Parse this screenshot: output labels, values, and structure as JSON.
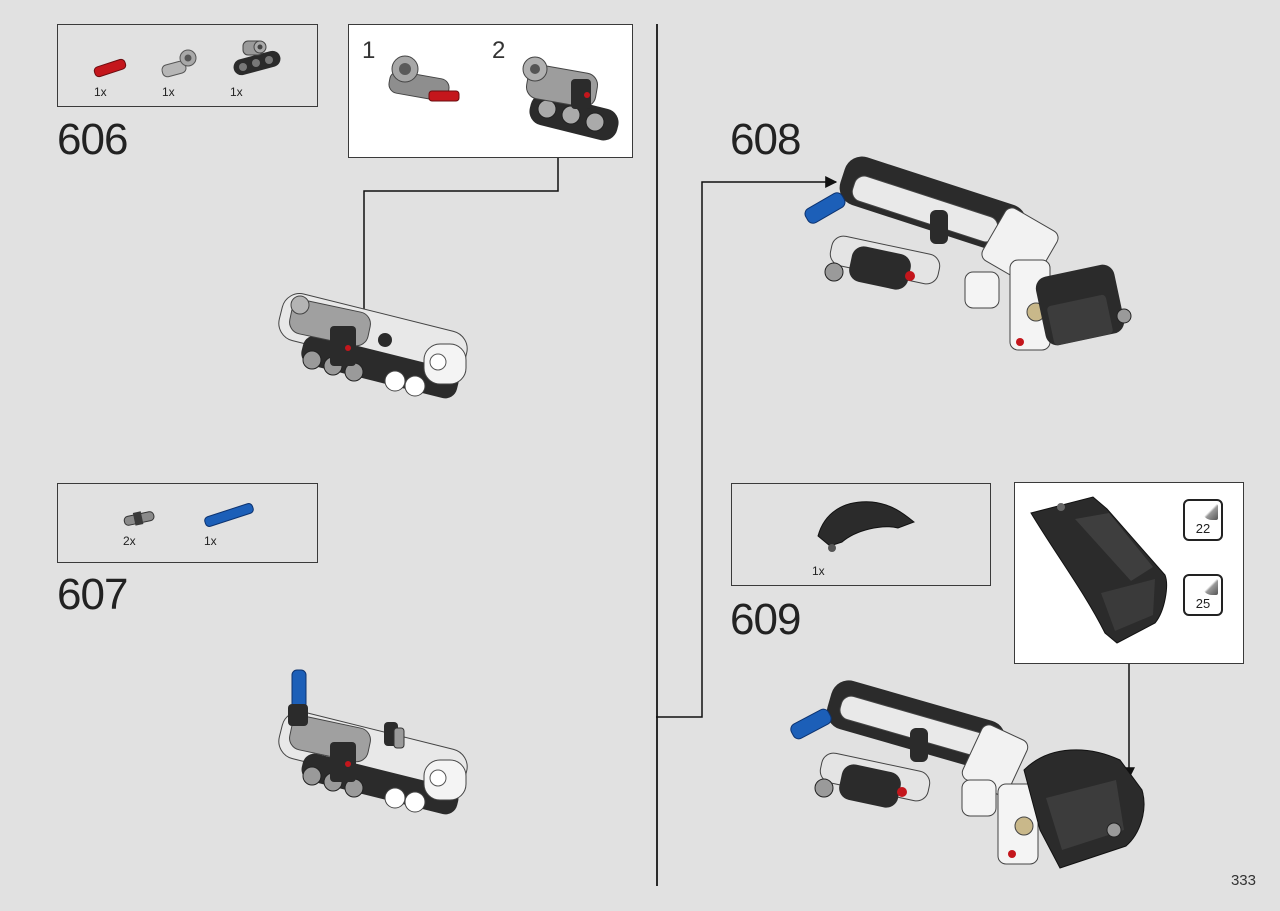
{
  "page_number": "333",
  "steps": {
    "s606": {
      "number": "606",
      "parts": [
        {
          "qty": "1x",
          "icon": "red-axle-pin"
        },
        {
          "qty": "1x",
          "icon": "grey-angle-connector"
        },
        {
          "qty": "1x",
          "icon": "black-triple-beam-connector"
        }
      ]
    },
    "s607": {
      "number": "607",
      "parts": [
        {
          "qty": "2x",
          "icon": "grey-short-pin"
        },
        {
          "qty": "1x",
          "icon": "blue-long-pin"
        }
      ]
    },
    "s608": {
      "number": "608"
    },
    "s609": {
      "number": "609",
      "parts": [
        {
          "qty": "1x",
          "icon": "black-curved-panel"
        }
      ]
    }
  },
  "substeps": {
    "a": "1",
    "b": "2"
  },
  "stickers": {
    "top": "22",
    "bottom": "25"
  },
  "colors": {
    "background": "#e1e1e1",
    "part_red": "#c4161c",
    "part_blue": "#1c5fb8",
    "part_black": "#2b2b2b",
    "part_grey": "#9a9a9a"
  }
}
